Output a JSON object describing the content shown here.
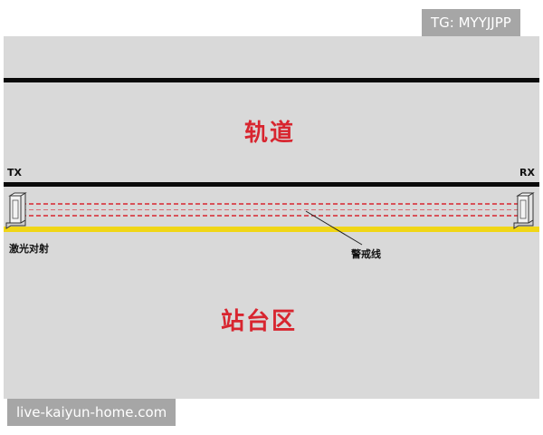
{
  "diagram": {
    "track_label": "轨道",
    "platform_label": "站台区",
    "tx_label": "TX",
    "rx_label": "RX",
    "laser_label": "激光对射",
    "warning_line_label": "警戒线"
  },
  "watermarks": {
    "top": "TG: MYYJJPP",
    "bottom": "live-kaiyun-home.com"
  },
  "colors": {
    "background_panel": "#d9d9d9",
    "rail": "#0a0a0a",
    "warning_line": "#f0d616",
    "laser_beam": "#d8252f",
    "label_accent": "#d8252f"
  }
}
